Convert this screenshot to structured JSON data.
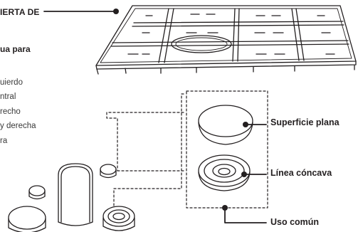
{
  "heading_top": "IERTA DE",
  "heading_sub": "ua para",
  "burner_list": [
    "uierdo",
    "ntral",
    "recho",
    "y derecha",
    "ra"
  ],
  "callouts": {
    "flat_surface": "Superficie plana",
    "concave_line": "Línea cóncava",
    "common_use": "Uso común"
  }
}
